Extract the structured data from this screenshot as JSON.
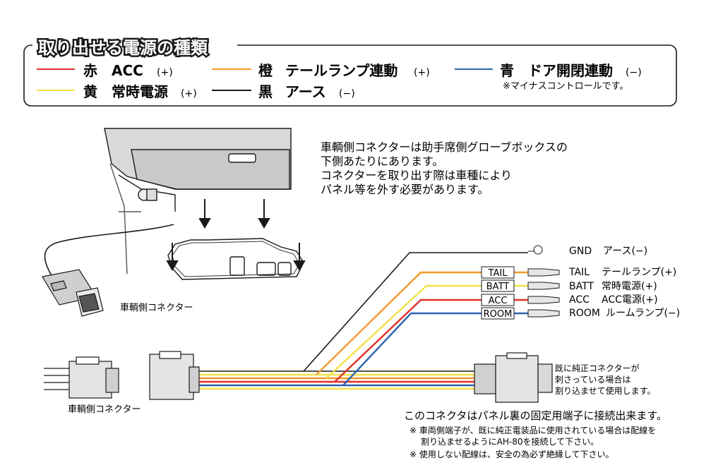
{
  "legend": {
    "title": "取り出せる電源の種類",
    "items": [
      {
        "color_name": "赤",
        "label": "ACC",
        "polarity": "(+)",
        "color": "#e03127"
      },
      {
        "color_name": "黄",
        "label": "常時電源",
        "polarity": "(+)",
        "color": "#f2e14a"
      },
      {
        "color_name": "橙",
        "label": "テールランプ連動",
        "polarity": "(+)",
        "color": "#f39a2b"
      },
      {
        "color_name": "黒",
        "label": "アース",
        "polarity": "(−)",
        "color": "#1a1a1a"
      },
      {
        "color_name": "青",
        "label": "ドア開閉連動",
        "polarity": "(−)",
        "color": "#2a64b0"
      }
    ],
    "note": "※マイナスコントロールです。"
  },
  "description": [
    "車輌側コネクターは助手席側グローブボックスの",
    "下側あたりにあります。",
    "コネクターを取り出す際は車種により",
    "パネル等を外す必要があります。"
  ],
  "connector_label_top": "車輌側コネクター",
  "connector_label_bottom": "車輌側コネクター",
  "wires": [
    {
      "tag": "",
      "name": "GND",
      "desc": "アース(−)",
      "color": "#1a1a1a"
    },
    {
      "tag": "TAIL",
      "name": "TAIL",
      "desc": "テールランプ(+)",
      "color": "#f39a2b"
    },
    {
      "tag": "BATT",
      "name": "BATT",
      "desc": "常時電源(+)",
      "color": "#f2e14a"
    },
    {
      "tag": "ACC",
      "name": "ACC",
      "desc": "ACC電源(+)",
      "color": "#e03127"
    },
    {
      "tag": "ROOM",
      "name": "ROOM",
      "desc": "ルームランプ(−)",
      "color": "#2a64b0"
    }
  ],
  "right_connector_note": [
    "既に純正コネクターが",
    "刺さっている場合は",
    "割り込ませて使用します。"
  ],
  "bottom_notes": {
    "main": "このコネクタはパネル裏の固定用端子に接続出来ます。",
    "note1a": "※ 車両側端子が、既に純正電装品に使用されている場合は配線を",
    "note1b": "割り込ませるようにAH-80を接続して下さい。",
    "note2": "※ 使用しない配線は、安全の為必ず絶縁して下さい。"
  }
}
